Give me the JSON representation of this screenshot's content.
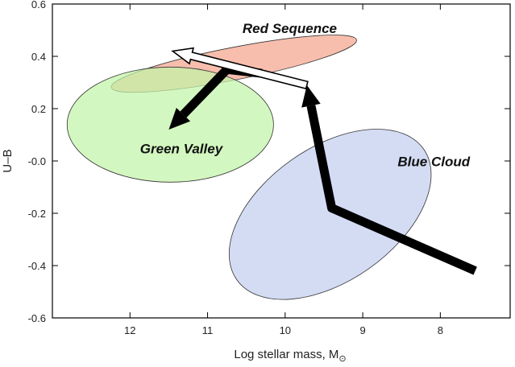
{
  "chart_data": {
    "type": "diagram",
    "xlabel": "Log stellar mass, M",
    "xlabel_unit_symbol": "⊙",
    "ylabel": "U–B",
    "xlim": [
      13,
      7.1
    ],
    "ylim": [
      -0.6,
      0.6
    ],
    "x_ticks": [
      12,
      11,
      10,
      9,
      8
    ],
    "x_tick_labels": [
      "12",
      "11",
      "10",
      "9",
      "8"
    ],
    "y_ticks": [
      0.6,
      0.4,
      0.2,
      0.0,
      -0.2,
      -0.4,
      -0.6
    ],
    "y_tick_labels": [
      "0.6",
      "0.4",
      "0.2",
      "-0.0",
      "-0.2",
      "-0.4",
      "-0.6"
    ],
    "grid": false,
    "regions": [
      {
        "name": "Red Sequence",
        "color": "#f4a58e",
        "center": [
          10.66,
          0.372
        ],
        "semi_axes_data": [
          1.61,
          0.062
        ],
        "tilt_deg": 11
      },
      {
        "name": "Green Valley",
        "color": "#c2f4a8",
        "center": [
          11.48,
          0.139
        ],
        "semi_axes_data": [
          1.33,
          0.22
        ],
        "tilt_deg": 0
      },
      {
        "name": "Blue Cloud",
        "color": "#c3cef0",
        "center": [
          9.42,
          -0.204
        ],
        "semi_axes_data": [
          1.47,
          0.255
        ],
        "tilt_deg": 35
      }
    ],
    "region_labels": [
      {
        "text": "Red Sequence",
        "x": 10.55,
        "y": 0.49
      },
      {
        "text": "Green Valley",
        "x": 11.87,
        "y": 0.03
      },
      {
        "text": "Blue Cloud",
        "x": 8.55,
        "y": -0.02
      }
    ],
    "arrows": [
      {
        "style": "solid",
        "points": [
          [
            7.55,
            -0.42
          ],
          [
            9.4,
            -0.18
          ],
          [
            9.72,
            0.29
          ]
        ]
      },
      {
        "style": "solid",
        "points": [
          [
            10.3,
            0.335
          ],
          [
            10.75,
            0.35
          ],
          [
            11.5,
            0.12
          ]
        ]
      },
      {
        "style": "hollow",
        "points": [
          [
            9.72,
            0.29
          ],
          [
            11.45,
            0.42
          ]
        ]
      }
    ]
  }
}
